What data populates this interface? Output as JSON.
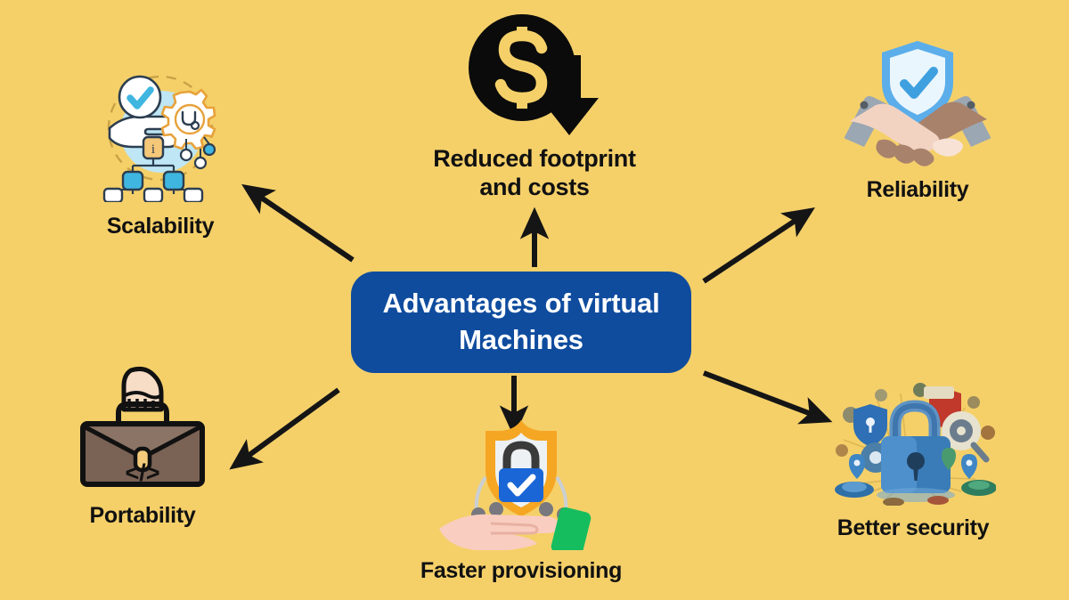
{
  "background_color": "#F5D069",
  "center": {
    "title": "Advantages of virtual Machines",
    "color": "#0F4C9E",
    "text_color": "#FFFFFF"
  },
  "nodes": [
    {
      "id": "scalability",
      "label": "Scalability",
      "icon": "scalability-network-gear-hand-icon",
      "position": "top-left",
      "accent": "#3FB6E0"
    },
    {
      "id": "reduced-footprint-and-costs",
      "label": "Reduced footprint and costs",
      "label_line1": "Reduced footprint",
      "label_line2": "and costs",
      "icon": "dollar-circle-down-arrow-icon",
      "position": "top-center",
      "accent": "#000000"
    },
    {
      "id": "reliability",
      "label": "Reliability",
      "icon": "handshake-shield-check-icon",
      "position": "top-right",
      "accent": "#5BAEEA"
    },
    {
      "id": "portability",
      "label": "Portability",
      "icon": "briefcase-code-hand-icon",
      "position": "bottom-left",
      "accent": "#7A5C44"
    },
    {
      "id": "faster-provisioning",
      "label": "Faster provisioning",
      "icon": "shield-lock-hand-icon",
      "position": "bottom-center",
      "accent": "#F5A623"
    },
    {
      "id": "better-security",
      "label": "Better security",
      "icon": "padlock-network-security-icon",
      "position": "bottom-right",
      "accent": "#2E74B5"
    }
  ],
  "arrows": [
    {
      "id": "arrow-to-scalability",
      "from": "center",
      "to": "scalability",
      "direction": "up-left"
    },
    {
      "id": "arrow-to-reduced",
      "from": "center",
      "to": "reduced-footprint-and-costs",
      "direction": "up"
    },
    {
      "id": "arrow-to-reliability",
      "from": "center",
      "to": "reliability",
      "direction": "up-right"
    },
    {
      "id": "arrow-to-portability",
      "from": "center",
      "to": "portability",
      "direction": "down-left"
    },
    {
      "id": "arrow-to-faster",
      "from": "center",
      "to": "faster-provisioning",
      "direction": "down"
    },
    {
      "id": "arrow-to-security",
      "from": "center",
      "to": "better-security",
      "direction": "down-right"
    }
  ]
}
